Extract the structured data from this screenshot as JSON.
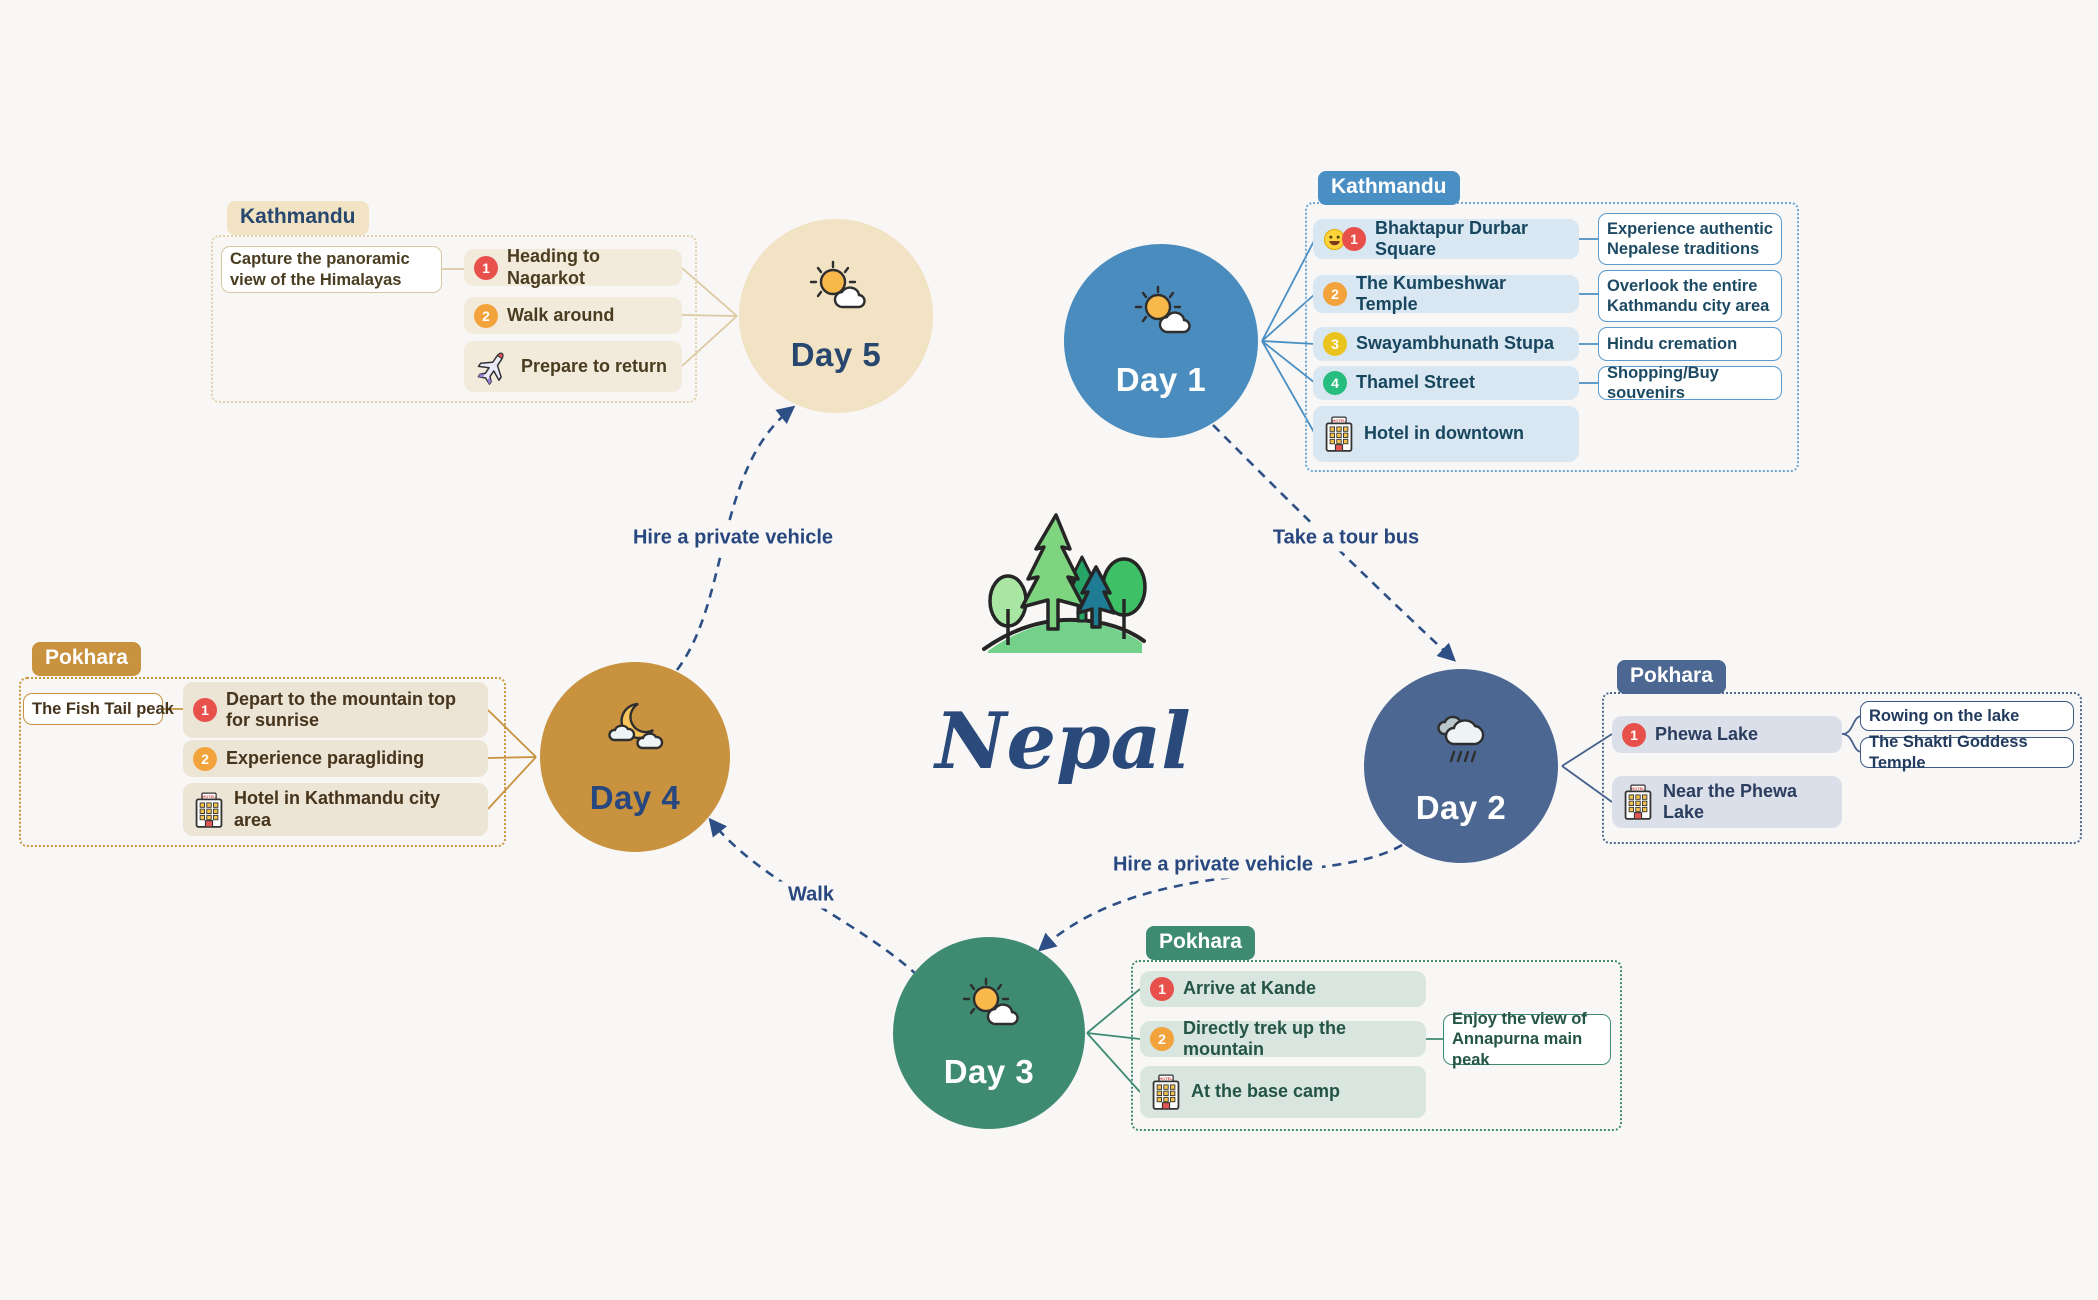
{
  "title": "Nepal",
  "routes": [
    {
      "from": "Day 1",
      "to": "Day 2",
      "label": "Take a tour bus"
    },
    {
      "from": "Day 2",
      "to": "Day 3",
      "label": "Hire a private vehicle"
    },
    {
      "from": "Day 3",
      "to": "Day 4",
      "label": "Walk"
    },
    {
      "from": "Day 4",
      "to": "Day 5",
      "label": "Hire a private vehicle"
    }
  ],
  "days": [
    {
      "label": "Day 1",
      "city": "Kathmandu",
      "weather": "sun-behind-cloud",
      "items": [
        {
          "num": "1",
          "emoji": "smiley-face",
          "text": "Bhaktapur Durbar Square",
          "callout": "Experience authentic Nepalese traditions"
        },
        {
          "num": "2",
          "text": "The Kumbeshwar Temple",
          "callout": "Overlook the entire Kathmandu city area"
        },
        {
          "num": "3",
          "text": "Swayambhunath Stupa",
          "callout": "Hindu cremation"
        },
        {
          "num": "4",
          "text": "Thamel Street",
          "callout": "Shopping/Buy souvenirs"
        },
        {
          "icon": "hotel",
          "text": "Hotel in downtown"
        }
      ]
    },
    {
      "label": "Day 2",
      "city": "Pokhara",
      "weather": "rain-clouds",
      "items": [
        {
          "num": "1",
          "text": "Phewa Lake",
          "callouts": [
            "Rowing on the lake",
            "The Shakti Goddess Temple"
          ]
        },
        {
          "icon": "hotel",
          "text": "Near the Phewa Lake"
        }
      ]
    },
    {
      "label": "Day 3",
      "city": "Pokhara",
      "weather": "sun-behind-cloud",
      "items": [
        {
          "num": "1",
          "text": "Arrive at Kande"
        },
        {
          "num": "2",
          "text": "Directly trek up the mountain",
          "callout": "Enjoy the view of Annapurna main peak"
        },
        {
          "icon": "hotel",
          "text": "At the base camp"
        }
      ]
    },
    {
      "label": "Day 4",
      "city": "Pokhara",
      "weather": "moon-with-clouds",
      "note": "The Fish Tail peak",
      "items": [
        {
          "num": "1",
          "text": "Depart to the mountain top for sunrise"
        },
        {
          "num": "2",
          "text": "Experience paragliding"
        },
        {
          "icon": "hotel",
          "text": "Hotel in Kathmandu city area"
        }
      ]
    },
    {
      "label": "Day 5",
      "city": "Kathmandu",
      "weather": "sun-behind-cloud",
      "note": "Capture the panoramic view of the Himalayas",
      "items": [
        {
          "num": "1",
          "text": "Heading to Nagarkot"
        },
        {
          "num": "2",
          "text": "Walk around"
        },
        {
          "icon": "airplane",
          "text": "Prepare to return"
        }
      ]
    }
  ],
  "colors": {
    "background": "#f8f7f5",
    "route_line": "#2d4f86",
    "title_color": "#2a4a7b",
    "day1_accent": "#4a8fc4",
    "day2_accent": "#4c6791",
    "day3_accent": "#3f8b71",
    "day4_accent": "#c8923f",
    "day5_accent": "#f1e3c4",
    "badge_1": "#e8504c",
    "badge_2": "#f3a33c",
    "badge_3": "#e9c41f",
    "badge_4": "#27bd7e"
  }
}
